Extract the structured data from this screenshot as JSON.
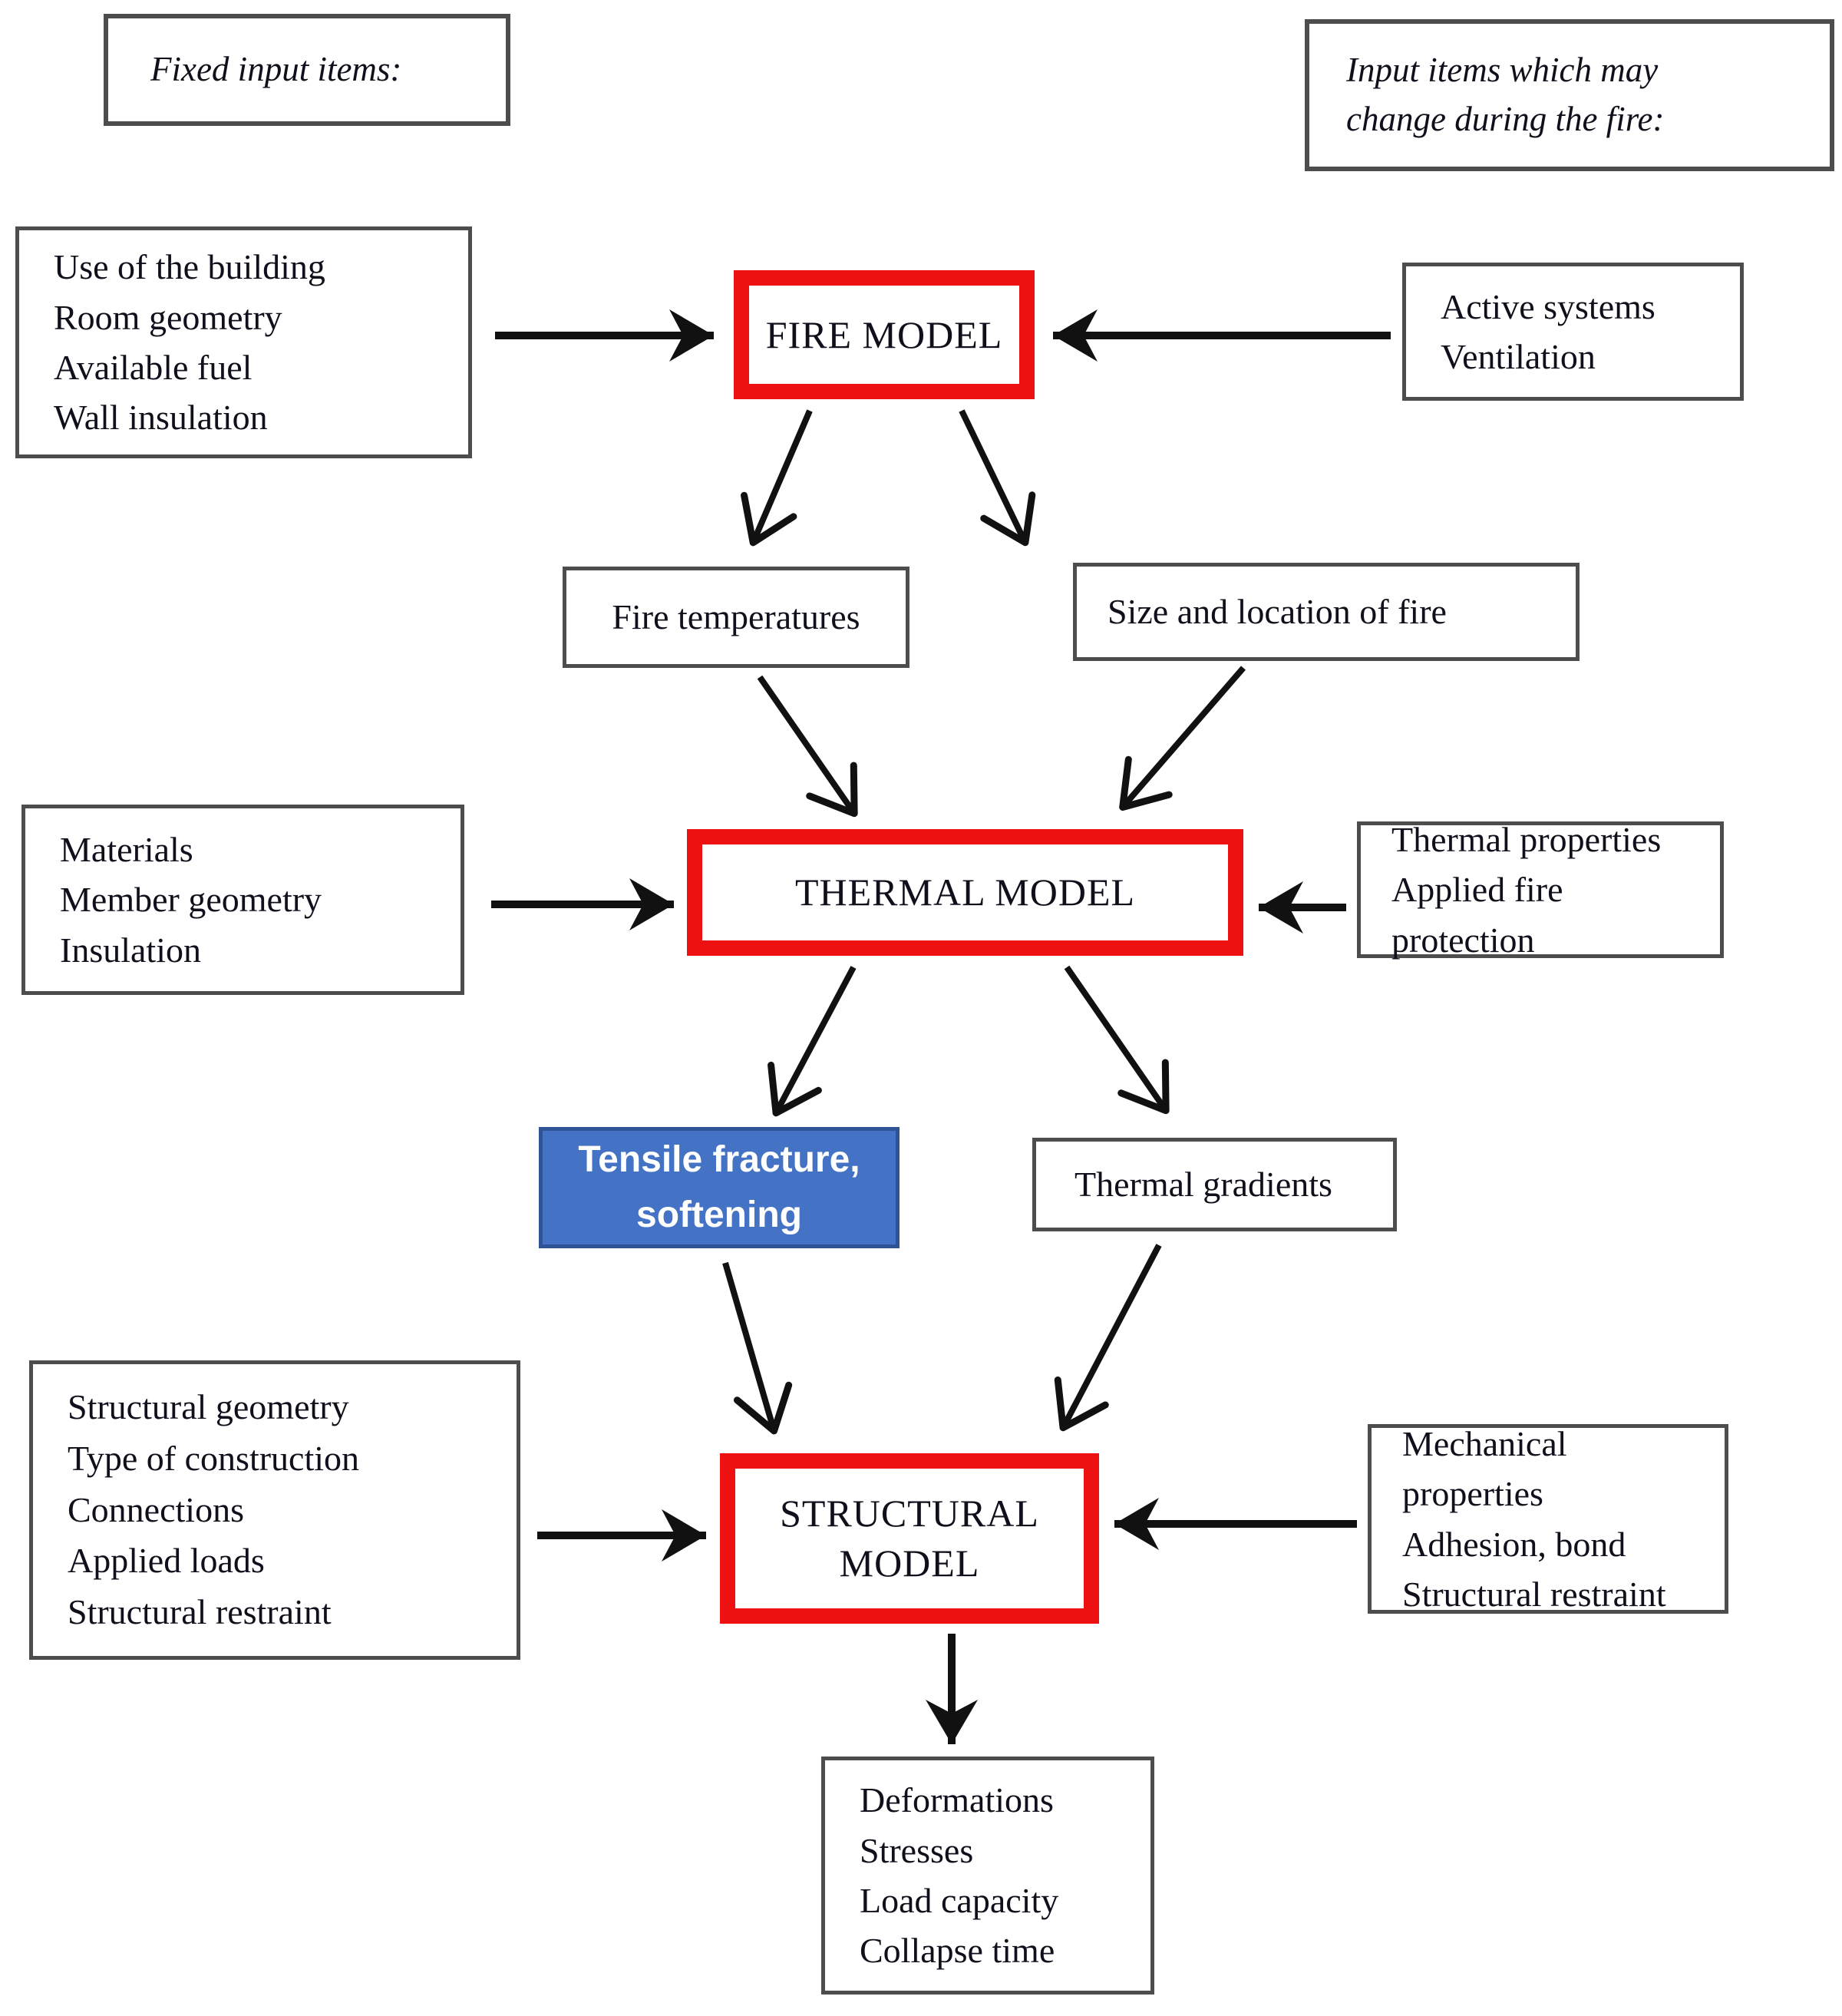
{
  "colors": {
    "model_border_red": "#ee1111",
    "highlight_fill_blue": "#4472c4",
    "highlight_border_blue": "#2f5496",
    "box_border_gray": "#4d4d4d",
    "arrow_black": "#111111",
    "text_dark": "#10101c",
    "highlight_text_white": "#ffffff"
  },
  "headers": {
    "fixed": "Fixed input items:",
    "changing": "Input items which may\nchange during the fire:"
  },
  "nodes": {
    "building_inputs": "Use of the building\nRoom geometry\nAvailable fuel\nWall insulation",
    "fire_model": "FIRE MODEL",
    "active_inputs": "Active systems\nVentilation",
    "fire_temperatures": "Fire temperatures",
    "fire_size": "Size and location of fire",
    "material_inputs": "Materials\nMember geometry\nInsulation",
    "thermal_model": "THERMAL MODEL",
    "thermal_inputs": "Thermal properties\nApplied fire protection",
    "tensile_softening": "Tensile fracture,\nsoftening",
    "thermal_gradients": "Thermal gradients",
    "structural_inputs": "Structural geometry\nType of construction\nConnections\nApplied loads\nStructural restraint",
    "structural_model": "STRUCTURAL\nMODEL",
    "mechanical_inputs": "Mechanical properties\nAdhesion, bond\nStructural restraint",
    "outputs": "Deformations\nStresses\nLoad capacity\nCollapse time"
  }
}
